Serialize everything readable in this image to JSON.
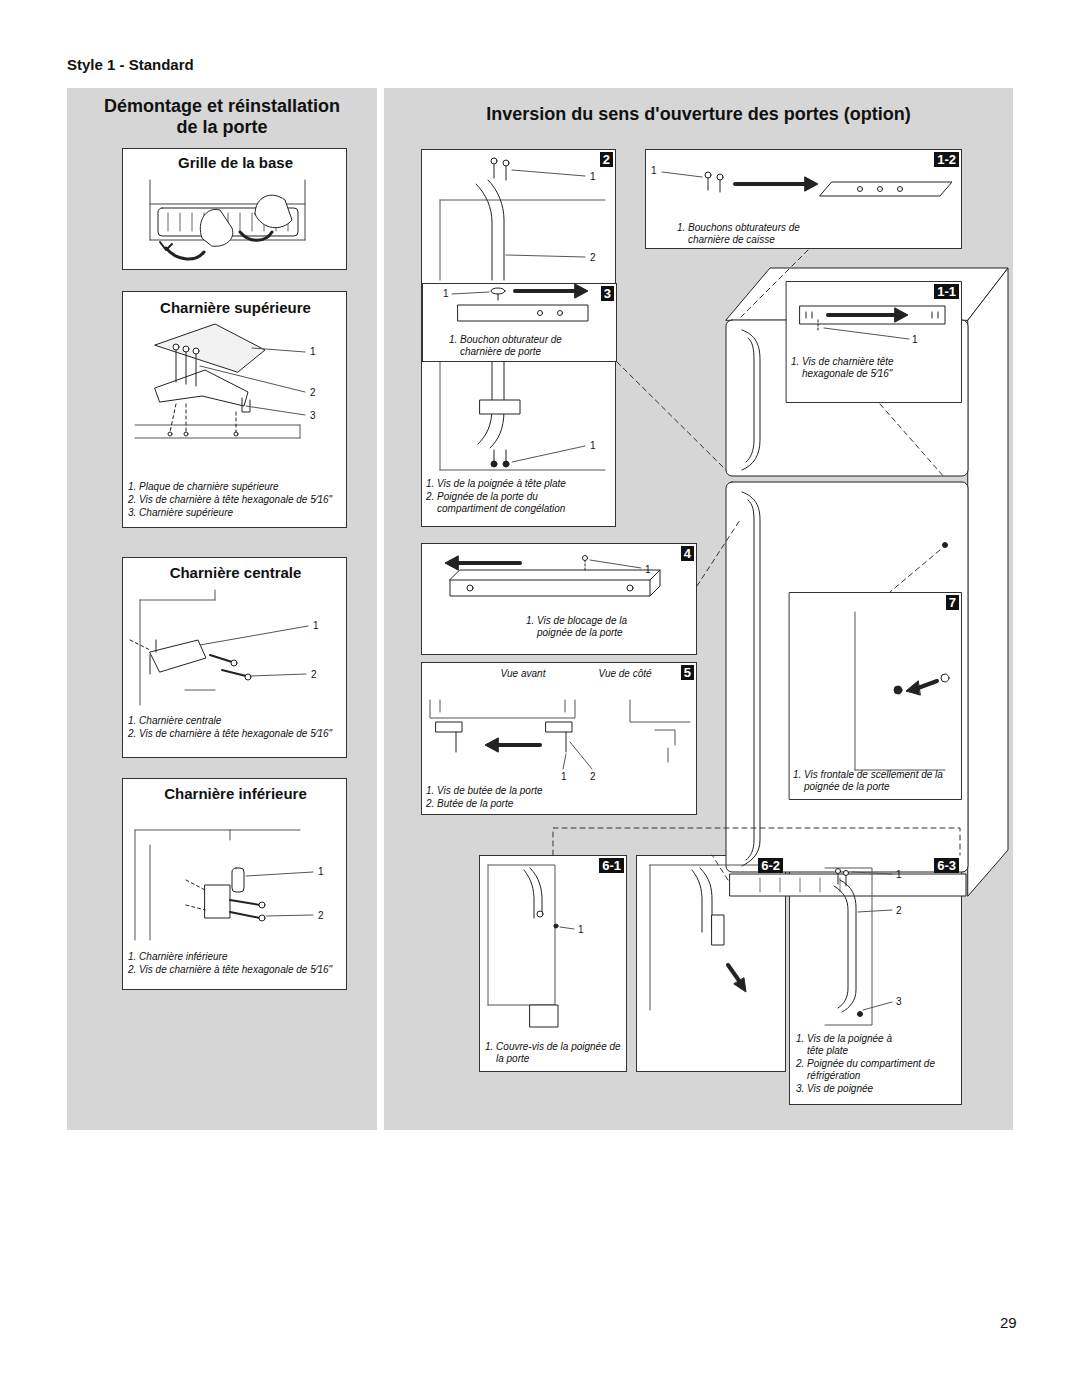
{
  "diagram": {
    "title": "Style 1 - Standard",
    "nodes": [
      {
        "text": [
          "Démontage et réinstallation de la porte"
        ]
      },
      {
        "text": [
          "Grille de la base"
        ],
        "in": 0
      },
      {
        "text": [
          "Charnière supérieure",
          "1. Plaque de charnière supérieure",
          "2. Vis de charnière à tête hexagonale de 5⁄16\"",
          "3. Charnière supérieure"
        ],
        "in": 0
      },
      {
        "text": [
          "Charnière centrale",
          "1. Charnière centrale",
          "2. Vis de charnière à tête hexagonale de 5⁄16\""
        ],
        "in": 0
      },
      {
        "text": [
          "Charnière inférieure",
          "1. Charnière inférieure",
          "2. Vis de charnière à tête hexagonale de 5⁄16\""
        ],
        "in": 0
      },
      {
        "text": [
          "Inversion du sens d'ouverture des portes (option)"
        ]
      },
      {
        "text": [
          "2",
          "1. Vis de la poignée à tête plate",
          "2. Poignée de la porte du compartiment de congélation"
        ],
        "in": 5
      },
      {
        "text": [
          "3",
          "1. Bouchon obturateur de charnière de porte"
        ],
        "in": 6
      },
      {
        "text": [
          "1-2",
          "1. Bouchons obturateurs de charnière de caisse"
        ],
        "in": 5
      },
      {
        "text": [
          "1-1",
          "1. Vis de charnière tête hexagonale de 5⁄16\""
        ],
        "in": 5
      },
      {
        "text": [
          "4",
          "1. Vis de blocage de la poignée de la porte"
        ],
        "in": 5
      },
      {
        "text": [
          "5",
          "Vue avant",
          "Vue de côté",
          "1. Vis de butée de la porte",
          "2. Butée de la porte"
        ],
        "in": 5
      },
      {
        "text": [
          "7",
          "1. Vis frontale de scellement de la poignée de la porte"
        ],
        "in": 5
      },
      {
        "text": [
          "6-1",
          "1. Couvre-vis de la poignée de la porte"
        ],
        "in": 5
      },
      {
        "text": [
          "6-2"
        ],
        "in": 5
      },
      {
        "text": [
          "6-3",
          "1. Vis de la poignée à tête plate",
          "2. Poignée du compartiment de réfrigération",
          "3. Vis de poignée"
        ],
        "in": 5
      }
    ],
    "labels": [
      "1",
      "2",
      "3",
      "1",
      "2",
      "1",
      "2",
      "1",
      "2",
      "1",
      "1",
      "1",
      "1",
      "1",
      "1",
      "2",
      "1",
      "1",
      "2",
      "3",
      "29"
    ]
  }
}
